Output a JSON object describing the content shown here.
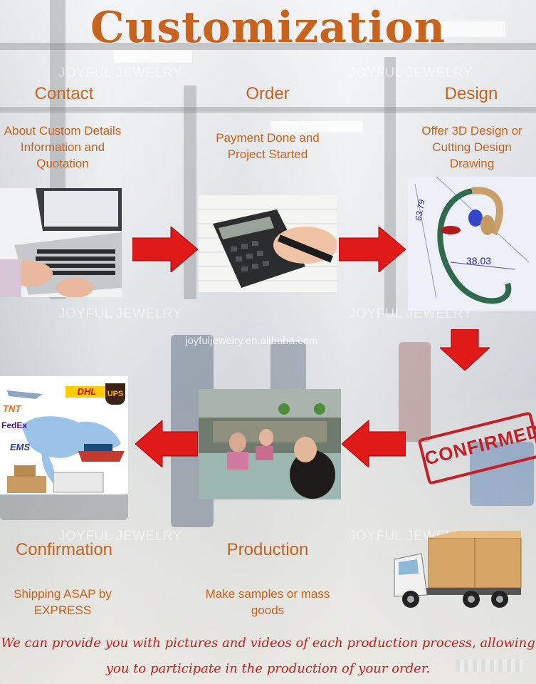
{
  "title": "Customization",
  "watermark": "JOYFUL JEWELRY",
  "site_watermark": "joyfuljewelry.en.alibaba.com",
  "steps": {
    "contact": {
      "title": "Contact",
      "desc": [
        "About Custom Details",
        "Information and",
        "Quotation"
      ]
    },
    "order": {
      "title": "Order",
      "desc": [
        "Payment Done and",
        "Project Started"
      ]
    },
    "design": {
      "title": "Design",
      "desc": [
        "Offer 3D Design or",
        "Cutting Design",
        "Drawing"
      ]
    },
    "confirmation": {
      "title": "Confirmation",
      "desc": [
        "Shipping ASAP by",
        "EXPRESS"
      ]
    },
    "production": {
      "title": "Production",
      "desc": [
        "Make samples or mass",
        "goods"
      ]
    }
  },
  "design_panel": {
    "dim1": "63.79",
    "dim2": "38.03"
  },
  "shipping_panel": {
    "logos": [
      "DHL",
      "UPS",
      "TNT",
      "FedEx",
      "EMS"
    ]
  },
  "confirmed_stamp": "CONFIRMED",
  "bottom": {
    "line1": "We can provide you with pictures and videos of each production process, allowing",
    "line2": "you to participate in the production of your order."
  },
  "colors": {
    "accent": "#c8621c",
    "arrow": "#e01919",
    "bottom_text": "#d11a1a"
  },
  "icons": [
    "arrow-right-icon",
    "arrow-down-icon",
    "arrow-left-icon",
    "truck-icon"
  ]
}
